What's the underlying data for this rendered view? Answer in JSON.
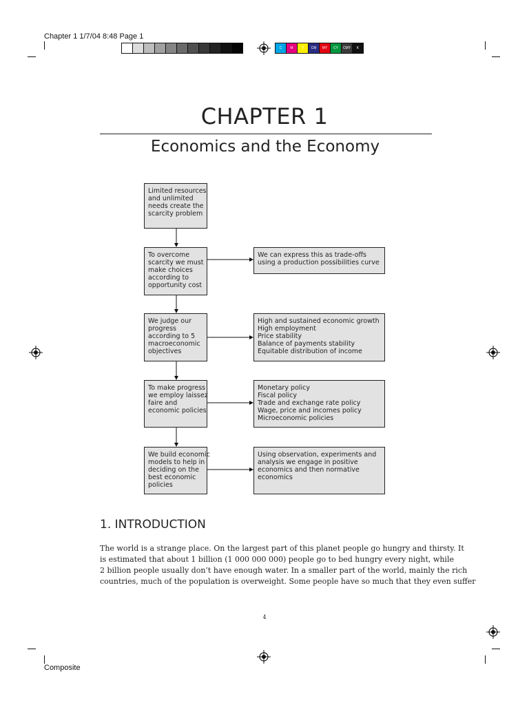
{
  "slug": {
    "header": "Chapter 1 1/7/04 8:48 Page 1",
    "footer": "Composite"
  },
  "colorbar": {
    "gray_swatches": [
      "#ffffff",
      "#dcdcdc",
      "#bdbdbd",
      "#a0a0a0",
      "#858585",
      "#6a6a6a",
      "#505050",
      "#383838",
      "#222222",
      "#111111",
      "#050505"
    ],
    "color_swatches": [
      {
        "label": "C",
        "color": "#00a6e6"
      },
      {
        "label": "M",
        "color": "#e6007e"
      },
      {
        "label": "Y",
        "color": "#ffed00"
      },
      {
        "label": "CM",
        "color": "#2b2e83"
      },
      {
        "label": "MY",
        "color": "#e30613"
      },
      {
        "label": "CY",
        "color": "#00963f"
      },
      {
        "label": "CMY",
        "color": "#3a3a3a"
      },
      {
        "label": "K",
        "color": "#111111"
      }
    ]
  },
  "chapter": {
    "title": "CHAPTER 1",
    "subtitle": "Economics and the Economy"
  },
  "flowchart": {
    "left": [
      {
        "lines": [
          "Limited resources",
          "and unlimited",
          "needs create the",
          "scarcity problem"
        ]
      },
      {
        "lines": [
          "To overcome",
          "scarcity we must",
          "make choices",
          "according to",
          "opportunity cost"
        ]
      },
      {
        "lines": [
          "We judge our",
          "progress",
          "according to 5",
          "macroeconomic",
          "objectives"
        ]
      },
      {
        "lines": [
          "To make progress",
          "we employ laissez",
          "faire and",
          "economic policies"
        ]
      },
      {
        "lines": [
          "We build economic",
          "models to help in",
          "deciding on the",
          "best economic",
          "policies"
        ]
      }
    ],
    "right": [
      {
        "lines": [
          "We can express this as trade-offs",
          "using a production possibilities curve"
        ]
      },
      {
        "lines": [
          "High and sustained economic growth",
          "High employment",
          "Price stability",
          "Balance of payments stability",
          "Equitable distribution of income"
        ]
      },
      {
        "lines": [
          "Monetary policy",
          "Fiscal policy",
          "Trade and exchange rate policy",
          "Wage, price and incomes policy",
          "Microeconomic policies"
        ]
      },
      {
        "lines": [
          "Using observation, experiments and",
          "analysis we engage in positive",
          "economics and then normative",
          "economics"
        ]
      }
    ]
  },
  "section": {
    "heading": "1. INTRODUCTION",
    "paragraph_lines": [
      "The world is a strange place.  On the largest part of this planet people go hungry and thirsty.  It",
      "is estimated that about 1 billion (1 000 000 000) people go to bed hungry every night, while",
      "2 billion people usually don’t have enough water.  In a smaller part of the world, mainly the rich",
      "countries, much of the population is overweight.  Some people have so much that they even suffer"
    ]
  },
  "page_number": "4"
}
